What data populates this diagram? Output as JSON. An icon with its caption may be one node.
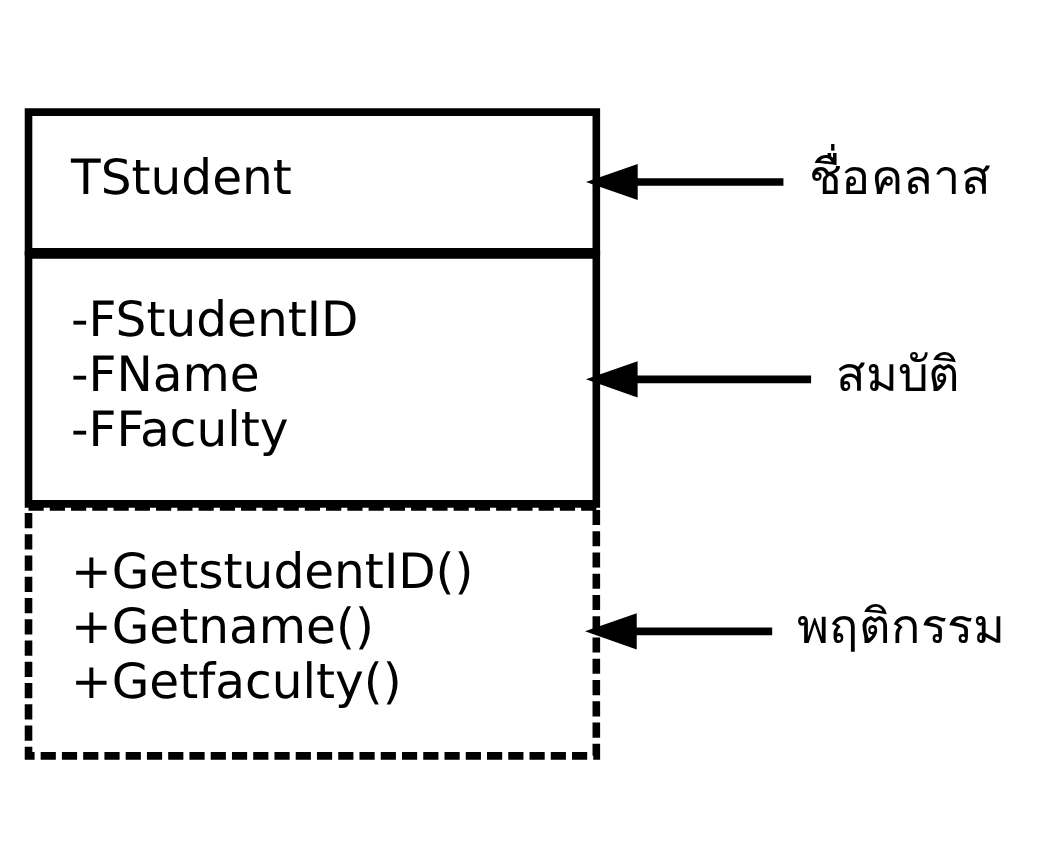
{
  "diagram": {
    "nodes": [
      {
        "text": [
          "TStudent"
        ]
      },
      {
        "text": [
          "-FStudentID",
          "-FName",
          "-FFaculty"
        ]
      },
      {
        "text": [
          "+GetstudentID()",
          "+Getname()",
          "+Getfaculty()"
        ]
      },
      {
        "text": [
          "ชื่อคลาส"
        ]
      },
      {
        "text": [
          "สมบัติ"
        ]
      },
      {
        "text": [
          "พฤติกรรม"
        ]
      }
    ],
    "edges": [
      {
        "from": 3,
        "to": 0,
        "arrow": "to"
      },
      {
        "from": 4,
        "to": 1,
        "arrow": "to"
      },
      {
        "from": 5,
        "to": 2,
        "arrow": "to"
      }
    ]
  }
}
